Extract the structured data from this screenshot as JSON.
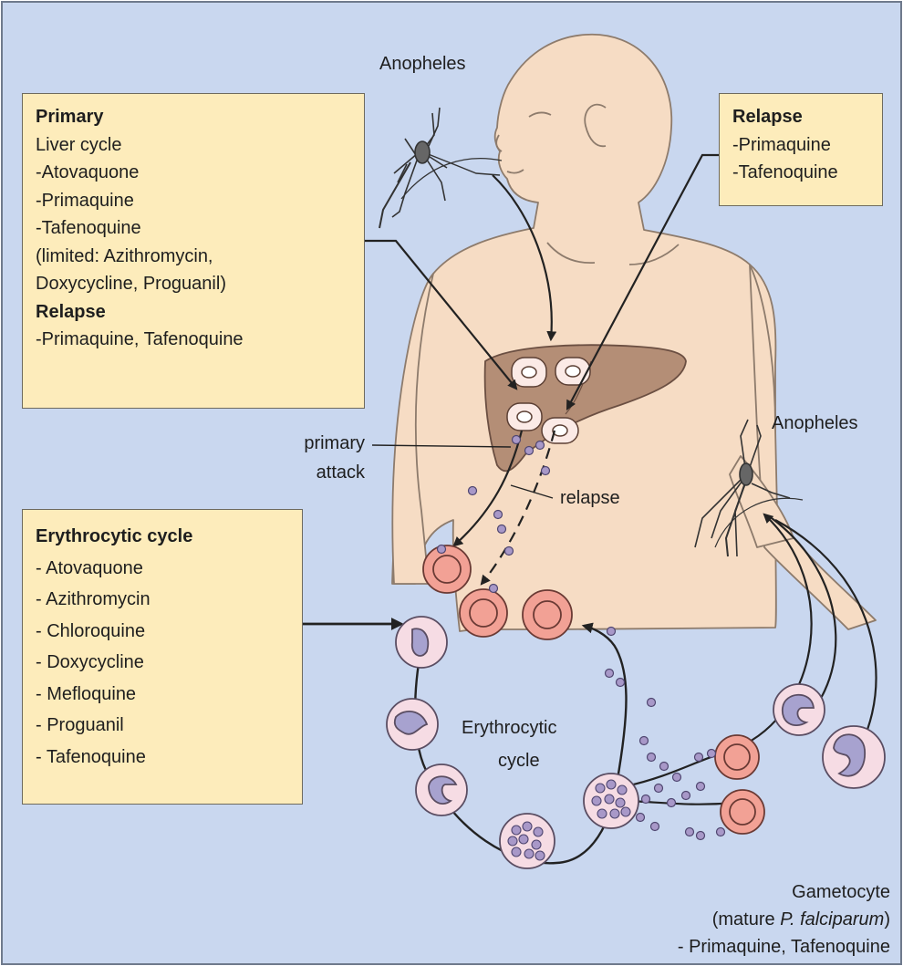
{
  "colors": {
    "background": "#c9d7ef",
    "box_fill": "#fdecbb",
    "body_skin": "#f6dcc4",
    "liver": "#b48e76",
    "rbc": "#f2a195",
    "parasite": "#a7a2cf",
    "merozoite": "#a898c8"
  },
  "box_primary": {
    "title": "Primary",
    "lines": [
      "Liver cycle",
      "-Atovaquone",
      "-Primaquine",
      "-Tafenoquine",
      "(limited: Azithromycin,",
      "Doxycycline, Proguanil)"
    ],
    "subtitle": "Relapse",
    "sublines": [
      "-Primaquine, Tafenoquine"
    ]
  },
  "box_relapse": {
    "title": "Relapse",
    "lines": [
      "-Primaquine",
      "-Tafenoquine"
    ]
  },
  "box_erythrocytic": {
    "title": "Erythrocytic cycle",
    "lines": [
      "- Atovaquone",
      "- Azithromycin",
      "- Chloroquine",
      "- Doxycycline",
      "- Mefloquine",
      "- Proguanil",
      "- Tafenoquine"
    ]
  },
  "labels": {
    "anopheles_top": "Anopheles",
    "anopheles_right": "Anopheles",
    "primary_attack_1": "primary",
    "primary_attack_2": "attack",
    "relapse": "relapse",
    "cycle_1": "Erythrocytic",
    "cycle_2": "cycle",
    "gametocyte_1": "Gametocyte",
    "gametocyte_2_pre": "(mature ",
    "gametocyte_2_italic": "P. falciparum",
    "gametocyte_2_post": ")",
    "gametocyte_3": "- Primaquine, Tafenoquine"
  }
}
